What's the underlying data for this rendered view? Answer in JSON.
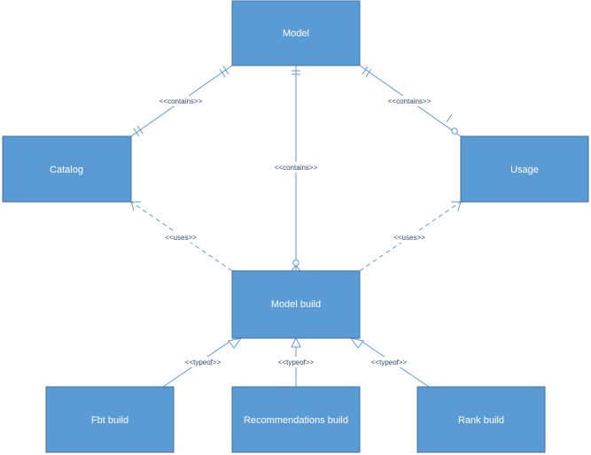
{
  "nodes": {
    "model": {
      "label": "Model"
    },
    "catalog": {
      "label": "Catalog"
    },
    "usage": {
      "label": "Usage"
    },
    "model_build": {
      "label": "Model build"
    },
    "fbt_build": {
      "label": "Fbt build"
    },
    "recommendations_build": {
      "label": "Recommendations build"
    },
    "rank_build": {
      "label": "Rank build"
    }
  },
  "edges": {
    "model_catalog": {
      "label": "<<contains>>",
      "style": "solid",
      "from": "model",
      "to": "catalog"
    },
    "model_usage": {
      "label": "<<contains>>",
      "style": "solid",
      "from": "model",
      "to": "usage"
    },
    "model_modelbuild": {
      "label": "<<contains>>",
      "style": "solid",
      "from": "model",
      "to": "model_build"
    },
    "modelbuild_catalog": {
      "label": "<<uses>>",
      "style": "dashed",
      "from": "model_build",
      "to": "catalog"
    },
    "modelbuild_usage": {
      "label": "<<uses>>",
      "style": "dashed",
      "from": "model_build",
      "to": "usage"
    },
    "fbt_typeof": {
      "label": "<<typeof>>",
      "style": "solid",
      "from": "fbt_build",
      "to": "model_build"
    },
    "rec_typeof": {
      "label": "<<typeof>>",
      "style": "solid",
      "from": "recommendations_build",
      "to": "model_build"
    },
    "rank_typeof": {
      "label": "<<typeof>>",
      "style": "solid",
      "from": "rank_build",
      "to": "model_build"
    }
  },
  "colors": {
    "node_fill": "#5b9bd5",
    "node_text": "#ffffff",
    "edge_line": "#5b9bd5",
    "edge_label_text": "#2e4a6b",
    "background": "#ffffff"
  }
}
